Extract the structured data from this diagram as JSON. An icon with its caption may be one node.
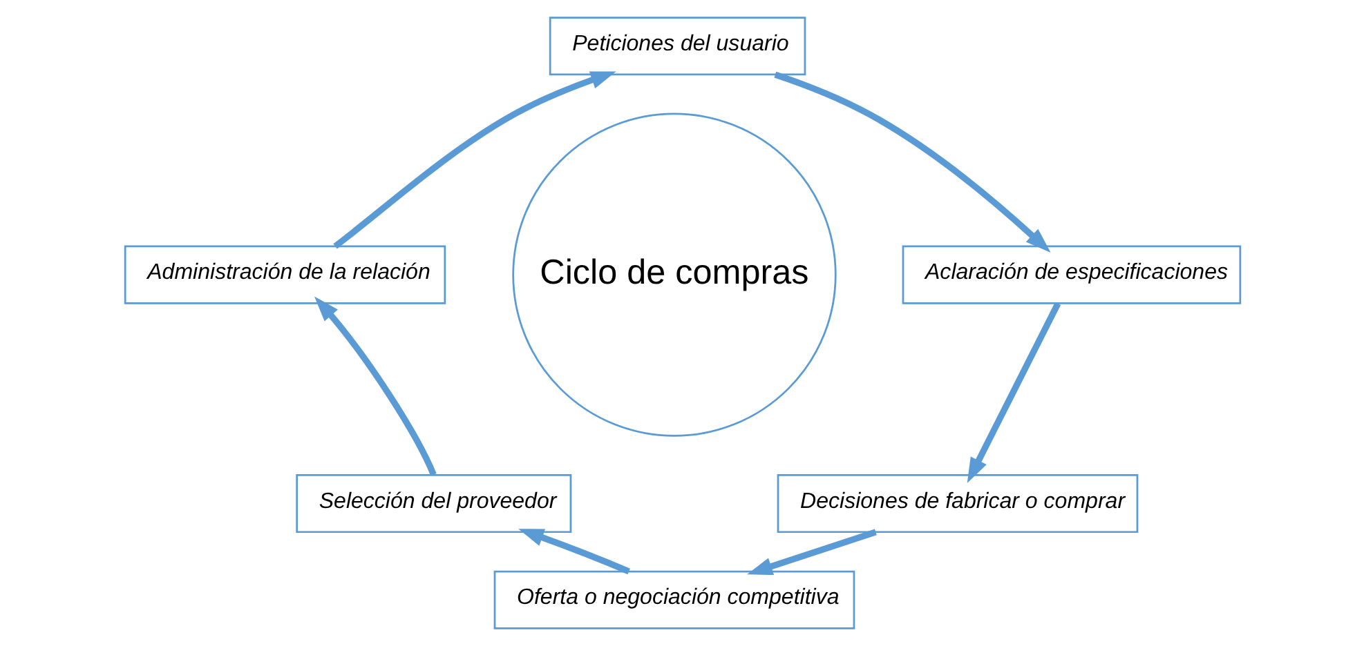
{
  "diagram": {
    "nodes": [
      {
        "text": [
          "Peticiones del usuario"
        ]
      },
      {
        "text": [
          "Aclaración de especificaciones"
        ]
      },
      {
        "text": [
          "Decisiones de fabricar o comprar"
        ]
      },
      {
        "text": [
          "Oferta o negociación competitiva"
        ]
      },
      {
        "text": [
          "Selección del proveedor"
        ]
      },
      {
        "text": [
          "Administración de la relación"
        ]
      },
      {
        "text": [
          "Ciclo de compras"
        ]
      }
    ],
    "edges": [
      {
        "from": 0,
        "to": 1,
        "arrow": "to"
      },
      {
        "from": 1,
        "to": 2,
        "arrow": "to"
      },
      {
        "from": 2,
        "to": 3,
        "arrow": "to"
      },
      {
        "from": 3,
        "to": 4,
        "arrow": "to"
      },
      {
        "from": 4,
        "to": 5,
        "arrow": "to"
      },
      {
        "from": 5,
        "to": 0,
        "arrow": "to"
      }
    ]
  }
}
